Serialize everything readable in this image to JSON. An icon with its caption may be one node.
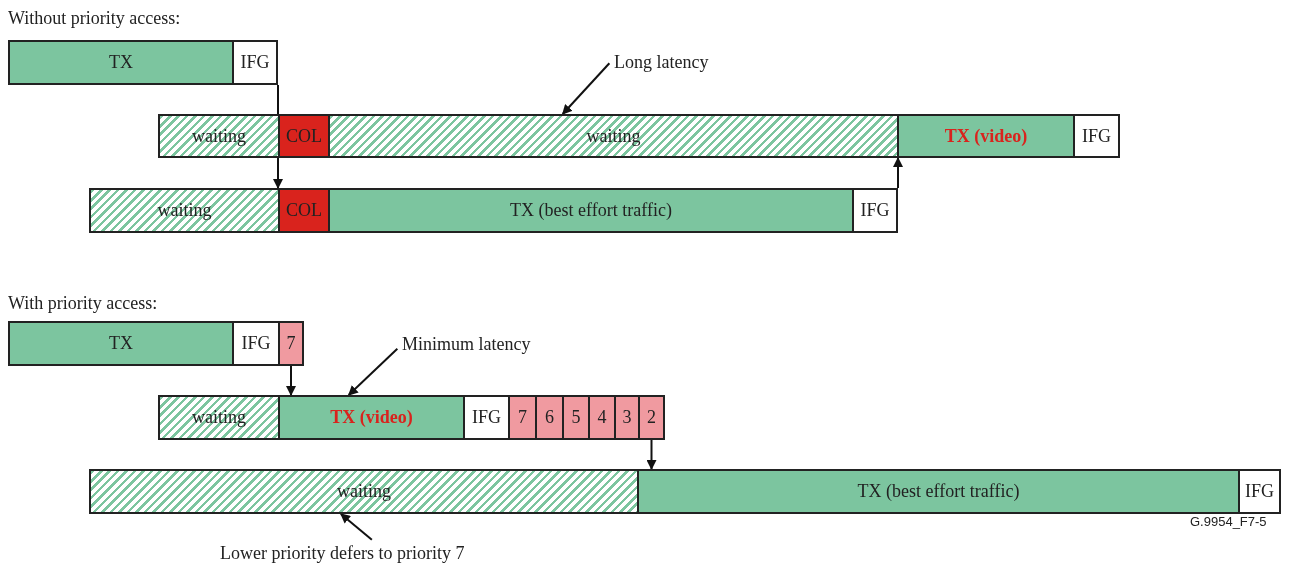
{
  "diagram": {
    "nodes": [
      {
        "text": [
          "TX"
        ]
      },
      {
        "text": [
          "IFG"
        ]
      },
      {
        "text": [
          "waiting"
        ]
      },
      {
        "text": [
          "COL"
        ]
      },
      {
        "text": [
          "waiting"
        ]
      },
      {
        "text": [
          "TX (video)"
        ]
      },
      {
        "text": [
          "IFG"
        ]
      },
      {
        "text": [
          "waiting"
        ]
      },
      {
        "text": [
          "COL"
        ]
      },
      {
        "text": [
          "TX (best effort traffic)"
        ]
      },
      {
        "text": [
          "IFG"
        ]
      },
      {
        "text": [
          "Long latency"
        ]
      },
      {
        "text": [
          "TX"
        ]
      },
      {
        "text": [
          "IFG"
        ]
      },
      {
        "text": [
          "7"
        ]
      },
      {
        "text": [
          "waiting"
        ]
      },
      {
        "text": [
          "TX (video)"
        ]
      },
      {
        "text": [
          "IFG"
        ]
      },
      {
        "text": [
          "7"
        ]
      },
      {
        "text": [
          "6"
        ]
      },
      {
        "text": [
          "5"
        ]
      },
      {
        "text": [
          "4"
        ]
      },
      {
        "text": [
          "3"
        ]
      },
      {
        "text": [
          "2"
        ]
      },
      {
        "text": [
          "waiting"
        ]
      },
      {
        "text": [
          "TX (best effort traffic)"
        ]
      },
      {
        "text": [
          "IFG"
        ]
      },
      {
        "text": [
          "Minimum latency"
        ]
      },
      {
        "text": [
          "Lower priority defers to priority 7"
        ]
      }
    ],
    "edges": [
      {
        "from": 1,
        "to": 8,
        "arrow": "to"
      },
      {
        "from": 10,
        "to": 5,
        "arrow": "to"
      },
      {
        "from": 11,
        "to": 4,
        "arrow": "to"
      },
      {
        "from": 14,
        "to": 16,
        "arrow": "to"
      },
      {
        "from": 23,
        "to": 25,
        "arrow": "to"
      },
      {
        "from": 27,
        "to": 16,
        "arrow": "to"
      },
      {
        "from": 28,
        "to": 24,
        "arrow": "to"
      }
    ],
    "labels": [
      "Without priority access:",
      "With priority access:",
      "G.9954_F7-5"
    ]
  }
}
